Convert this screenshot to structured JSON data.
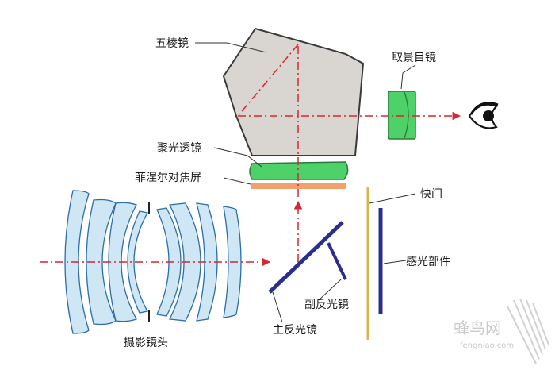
{
  "labels": {
    "pentaprism": "五棱镜",
    "eyepiece": "取景目镜",
    "condenser": "聚光透镜",
    "fresnel": "菲涅尔对焦屏",
    "shutter": "快门",
    "sensor": "感光部件",
    "secondary_mirror": "副反光镜",
    "main_mirror": "主反光镜",
    "lens": "摄影镜头"
  },
  "watermark": {
    "brand": "蜂鸟网",
    "url": "fengniao.com"
  },
  "icons": {
    "eye": "eye-icon"
  },
  "colors": {
    "ray": "#d7262f",
    "prism_fill": "#d9d6d2",
    "prism_stroke": "#3a3a3a",
    "green_lens": "#4fd16a",
    "fresnel": "#f2a16a",
    "mirror": "#2a2f8f",
    "shutter": "#d9b64a",
    "lens_fill": "#cfe6f5",
    "lens_stroke": "#2b6ea8",
    "leader": "#333333"
  }
}
